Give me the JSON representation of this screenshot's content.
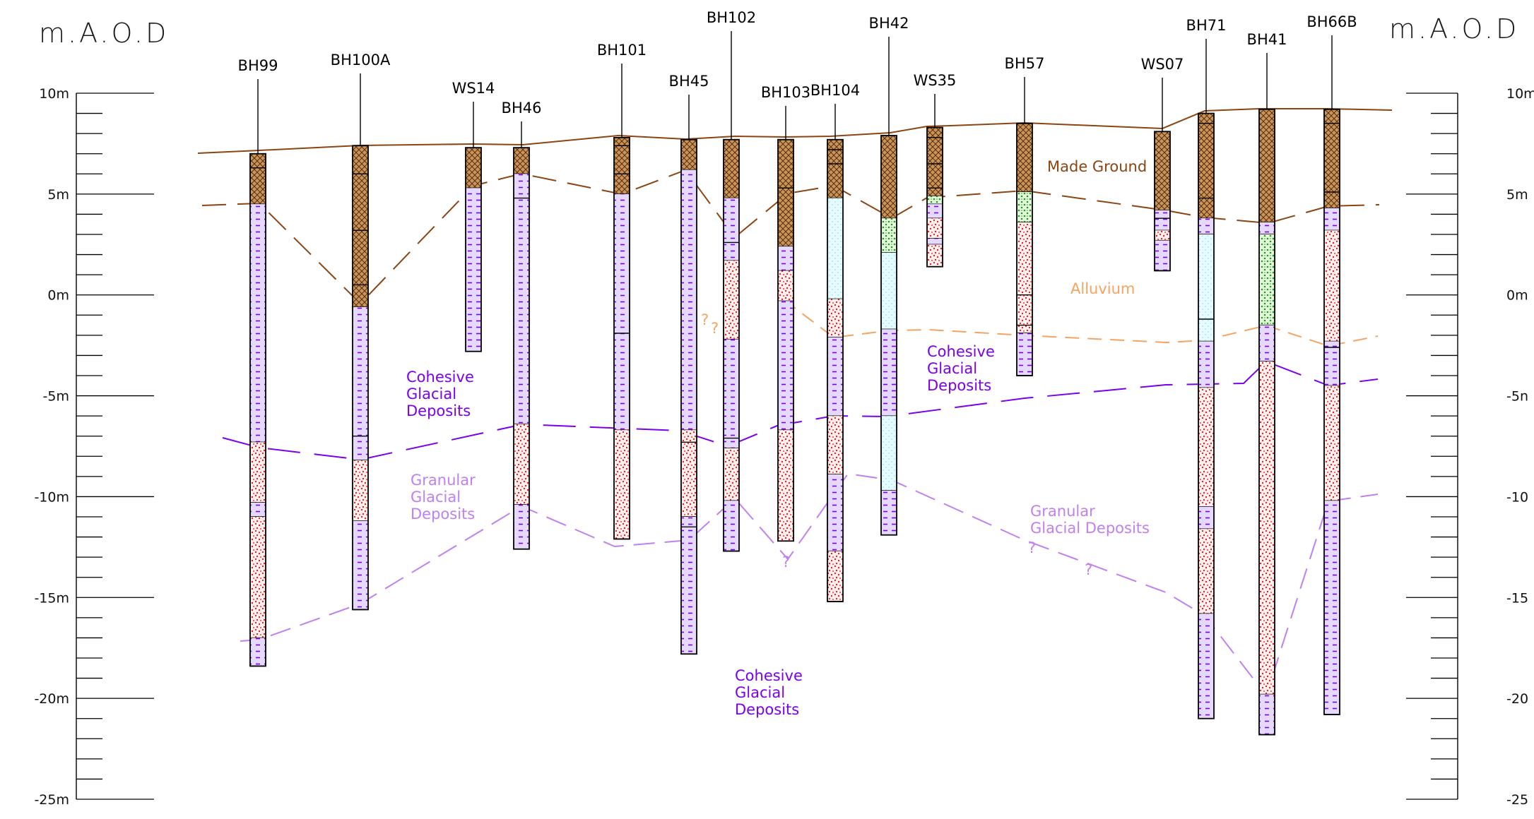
{
  "title_left": "m.A.O.D",
  "title_right": "m.A.O.D",
  "axis": {
    "ticks": [
      "10m",
      "5m",
      "0m",
      "-5m",
      "-10m",
      "-15m",
      "-20m",
      "-25m"
    ],
    "ticks_right": [
      "10m",
      "5m",
      "0m",
      "-5n",
      "-10",
      "-15",
      "-20",
      "-25"
    ],
    "range": [
      -25,
      10
    ]
  },
  "boreholes": [
    {
      "name": "BH99",
      "top": 7.0,
      "base": -18.4,
      "layers": [
        [
          "made",
          7.0,
          4.5
        ],
        [
          "coh",
          4.5,
          -7.3
        ],
        [
          "gran",
          -7.3,
          -10.3
        ],
        [
          "coh",
          -10.3,
          -11.0
        ],
        [
          "gran",
          -11.0,
          -17.0
        ],
        [
          "coh",
          -17.0,
          -18.4
        ]
      ],
      "marks": [
        6.3
      ]
    },
    {
      "name": "BH100A",
      "top": 7.4,
      "base": -15.6,
      "layers": [
        [
          "made",
          7.4,
          -0.6
        ],
        [
          "coh",
          -0.6,
          -8.2
        ],
        [
          "gran",
          -8.2,
          -11.2
        ],
        [
          "coh",
          -11.2,
          -15.6
        ]
      ],
      "marks": [
        6.0,
        3.2,
        0.5,
        -7.0
      ]
    },
    {
      "name": "WS14",
      "top": 7.3,
      "base": -2.8,
      "layers": [
        [
          "made",
          7.3,
          5.3
        ],
        [
          "coh",
          5.3,
          -2.8
        ]
      ],
      "marks": []
    },
    {
      "name": "BH46",
      "top": 7.3,
      "base": -12.6,
      "layers": [
        [
          "made",
          7.3,
          6.0
        ],
        [
          "coh",
          6.0,
          -6.4
        ],
        [
          "gran",
          -6.4,
          -10.4
        ],
        [
          "coh",
          -10.4,
          -12.6
        ]
      ],
      "marks": [
        4.8
      ]
    },
    {
      "name": "BH101",
      "top": 7.8,
      "base": -12.1,
      "layers": [
        [
          "made",
          7.8,
          5.0
        ],
        [
          "coh",
          5.0,
          -6.7
        ],
        [
          "gran",
          -6.7,
          -12.1
        ]
      ],
      "marks": [
        7.4,
        6.0,
        -1.9
      ]
    },
    {
      "name": "BH45",
      "top": 7.7,
      "base": -17.8,
      "layers": [
        [
          "made",
          7.7,
          6.2
        ],
        [
          "coh",
          6.2,
          -6.7
        ],
        [
          "gran",
          -6.7,
          -11.0
        ],
        [
          "coh",
          -11.0,
          -17.8
        ]
      ],
      "marks": [
        -7.3,
        -11.5
      ]
    },
    {
      "name": "BH102",
      "top": 7.7,
      "base": -12.7,
      "layers": [
        [
          "made",
          7.7,
          4.8
        ],
        [
          "coh",
          4.8,
          1.7
        ],
        [
          "gran",
          1.7,
          -2.2
        ],
        [
          "coh",
          -2.2,
          -7.6
        ],
        [
          "gran",
          -7.6,
          -10.2
        ],
        [
          "coh",
          -10.2,
          -12.7
        ]
      ],
      "marks": [
        2.6,
        -7.1
      ]
    },
    {
      "name": "BH103",
      "top": 7.7,
      "base": -12.2,
      "layers": [
        [
          "made",
          7.7,
          2.4
        ],
        [
          "coh",
          2.4,
          1.2
        ],
        [
          "gran",
          1.2,
          -0.3
        ],
        [
          "coh",
          -0.3,
          -6.7
        ],
        [
          "gran",
          -6.7,
          -12.2
        ]
      ],
      "marks": [
        5.3
      ]
    },
    {
      "name": "BH104",
      "top": 7.7,
      "base": -15.2,
      "layers": [
        [
          "made",
          7.7,
          4.8
        ],
        [
          "alluv",
          4.8,
          -0.2
        ],
        [
          "gran",
          -0.2,
          -2.1
        ],
        [
          "coh",
          -2.1,
          -6.0
        ],
        [
          "gran",
          -6.0,
          -8.9
        ],
        [
          "coh",
          -8.9,
          -12.7
        ],
        [
          "gran",
          -12.7,
          -15.2
        ]
      ],
      "marks": [
        7.2,
        6.5
      ]
    },
    {
      "name": "BH42",
      "top": 7.9,
      "base": -11.9,
      "layers": [
        [
          "made",
          7.9,
          3.8
        ],
        [
          "green",
          3.8,
          2.1
        ],
        [
          "alluv",
          2.1,
          -1.7
        ],
        [
          "coh",
          -1.7,
          -6.0
        ],
        [
          "alluv",
          -6.0,
          -9.7
        ],
        [
          "coh",
          -9.7,
          -11.9
        ]
      ],
      "marks": []
    },
    {
      "name": "WS35",
      "top": 8.3,
      "base": 1.4,
      "layers": [
        [
          "made",
          8.3,
          4.9
        ],
        [
          "green",
          4.9,
          4.5
        ],
        [
          "coh",
          4.5,
          3.8
        ],
        [
          "gran",
          3.8,
          2.8
        ],
        [
          "coh",
          2.8,
          2.5
        ],
        [
          "gran",
          2.5,
          1.4
        ]
      ],
      "marks": [
        7.8,
        6.5,
        5.3
      ]
    },
    {
      "name": "BH57",
      "top": 8.5,
      "base": -4.0,
      "layers": [
        [
          "made",
          8.5,
          5.1
        ],
        [
          "green",
          5.1,
          3.6
        ],
        [
          "gran",
          3.6,
          -1.9
        ],
        [
          "coh",
          -1.9,
          -4.0
        ]
      ],
      "marks": [
        0.0,
        -1.5
      ]
    },
    {
      "name": "WS07",
      "top": 8.1,
      "base": 1.2,
      "layers": [
        [
          "made",
          8.1,
          4.2
        ],
        [
          "coh",
          4.2,
          3.2
        ],
        [
          "gran",
          3.2,
          2.7
        ],
        [
          "coh",
          2.7,
          1.2
        ]
      ],
      "marks": [
        3.8
      ]
    },
    {
      "name": "BH71",
      "top": 9.0,
      "base": -21.0,
      "layers": [
        [
          "made",
          9.0,
          3.8
        ],
        [
          "coh",
          3.8,
          3.0
        ],
        [
          "alluv",
          3.0,
          -2.3
        ],
        [
          "coh",
          -2.3,
          -4.6
        ],
        [
          "gran",
          -4.6,
          -10.5
        ],
        [
          "coh",
          -10.5,
          -11.6
        ],
        [
          "gran",
          -11.6,
          -15.8
        ],
        [
          "coh",
          -15.8,
          -21.0
        ]
      ],
      "marks": [
        8.5,
        4.8,
        -1.2
      ]
    },
    {
      "name": "BH41",
      "top": 9.2,
      "base": -21.8,
      "layers": [
        [
          "made",
          9.2,
          3.6
        ],
        [
          "coh",
          3.6,
          3.0
        ],
        [
          "green",
          3.0,
          -1.5
        ],
        [
          "coh",
          -1.5,
          -3.3
        ],
        [
          "gran",
          -3.3,
          -19.8
        ],
        [
          "coh",
          -19.8,
          -21.8
        ]
      ],
      "marks": []
    },
    {
      "name": "BH66B",
      "top": 9.2,
      "base": -20.8,
      "layers": [
        [
          "made",
          9.2,
          4.3
        ],
        [
          "coh",
          4.3,
          3.2
        ],
        [
          "gran",
          3.2,
          -2.3
        ],
        [
          "coh",
          -2.3,
          -4.5
        ],
        [
          "gran",
          -4.5,
          -10.2
        ],
        [
          "coh",
          -10.2,
          -20.8
        ]
      ],
      "marks": [
        8.5,
        5.1,
        -2.6
      ]
    }
  ],
  "labels": {
    "made_ground": "Made  Ground",
    "alluvium": "Alluvium",
    "cohesive_1": [
      "Cohesive",
      "Glacial",
      "Deposits"
    ],
    "cohesive_2": [
      "Cohesive",
      "Glacial",
      "Deposits"
    ],
    "cohesive_3": [
      "Cohesive",
      "Glacial",
      "Deposits"
    ],
    "granular_1": [
      "Granular",
      "Glacial",
      "Deposits"
    ],
    "granular_2": [
      "Granular",
      "Glacial  Deposits"
    ],
    "uncertain": "?"
  },
  "colors": {
    "made_ground": "#8b4513",
    "made_fill": "#c8955a",
    "alluvium": "#f4a460",
    "cohesive": "#7b00ee",
    "cohesive_fill": "#e6d9ff",
    "granular": "#c080f0",
    "granular_dots": "#ff0000",
    "alluvium_fill": "#e6fbff",
    "green_fill": "#e8f8e0",
    "green_dots": "#1e9e1e",
    "border": "#000000"
  }
}
